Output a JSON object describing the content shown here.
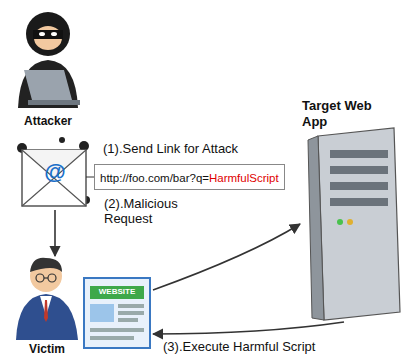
{
  "diagram": {
    "nodes": [
      {
        "text": [
          "Attacker"
        ]
      },
      {
        "text": [
          "http://foo.com/bar?q=",
          "HarmfulScript"
        ]
      },
      {
        "text": [
          "Target Web App"
        ]
      },
      {
        "text": [
          "Victim"
        ]
      }
    ],
    "edges": [
      {
        "from": 0,
        "to": 3,
        "arrow": "to"
      },
      {
        "from": 0,
        "to": 1,
        "arrow": "none"
      },
      {
        "from": 3,
        "to": 2,
        "arrow": "to"
      },
      {
        "from": 2,
        "to": 3,
        "arrow": "to"
      }
    ],
    "labels": [
      "(1).Send Link for Attack",
      "(2).Malicious Request",
      "(3).Execute Harmful Script",
      "WEBSITE",
      "@"
    ]
  }
}
